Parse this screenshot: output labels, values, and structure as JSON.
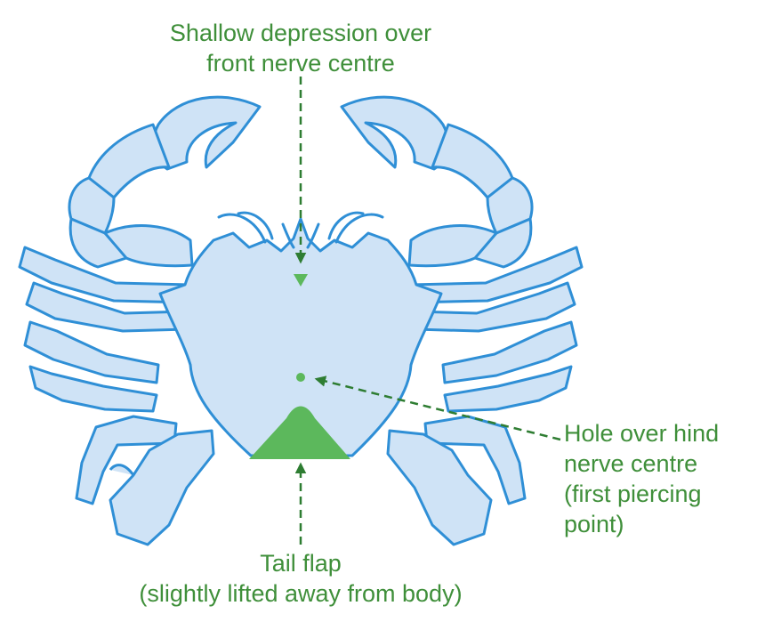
{
  "labels": {
    "top_line1": "Shallow depression over",
    "top_line2": "front nerve centre",
    "hole_line1": "Hole over hind",
    "hole_line2": "nerve centre",
    "hole_line3": "(first piercing",
    "hole_line4": "point)",
    "tail_line1": "Tail flap",
    "tail_line2": "(slightly lifted away from body)"
  },
  "colors": {
    "label_green": "#3f8f3a",
    "arrow_green": "#2e7d32",
    "marker_green": "#5cb85c",
    "crab_fill": "#cfe3f6",
    "crab_outline": "#2f8fd6"
  }
}
